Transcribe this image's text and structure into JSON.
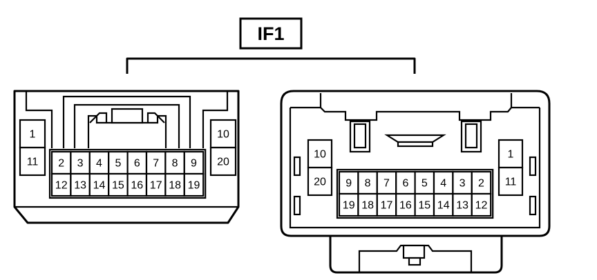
{
  "title": "IF1",
  "left_connector": {
    "side_left": [
      "1",
      "11"
    ],
    "side_right": [
      "10",
      "20"
    ],
    "row_top": [
      "2",
      "3",
      "4",
      "5",
      "6",
      "7",
      "8",
      "9"
    ],
    "row_bottom": [
      "12",
      "13",
      "14",
      "15",
      "16",
      "17",
      "18",
      "19"
    ]
  },
  "right_connector": {
    "side_left": [
      "10",
      "20"
    ],
    "side_right": [
      "1",
      "11"
    ],
    "row_top": [
      "9",
      "8",
      "7",
      "6",
      "5",
      "4",
      "3",
      "2"
    ],
    "row_bottom": [
      "19",
      "18",
      "17",
      "16",
      "15",
      "14",
      "13",
      "12"
    ]
  }
}
